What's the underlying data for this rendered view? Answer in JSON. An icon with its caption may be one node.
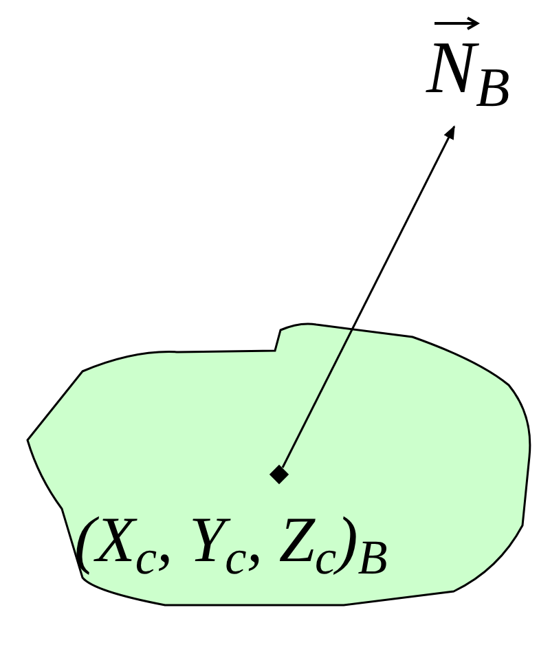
{
  "diagram": {
    "nodes": [
      {
        "text": [
          "(X$_{c}$, Y$_{c}$, Z$_{c}$)$_{B}$"
        ]
      },
      {
        "text": [
          "N$_{B}$"
        ]
      },
      {
        "text": [],
        "shape": "box",
        "in": 0
      }
    ],
    "edges": [
      {
        "from": 2,
        "to": 1,
        "arrow": "to"
      }
    ]
  }
}
